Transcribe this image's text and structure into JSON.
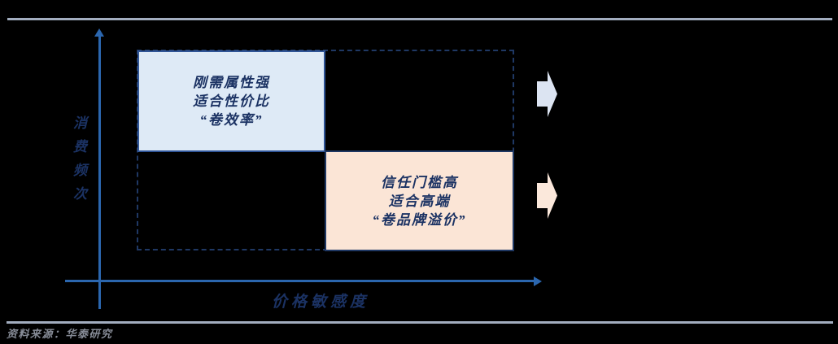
{
  "colors": {
    "background": "#000000",
    "divider": "#A2ADBF",
    "axis": "#2B66AE",
    "dark_navy": "#1B3263",
    "dashed_border": "#1F3864",
    "blue_box_fill": "#DEEAF6",
    "blue_box_border": "#2F5597",
    "orange_box_fill": "#FBE5D6",
    "orange_box_border": "#1F3864",
    "arrow_blue_fill": "#DCE4F2",
    "arrow_orange_fill": "#FBE8DB",
    "source_text": "#878C97"
  },
  "chart": {
    "y_axis_label": "消费频次",
    "x_axis_label": "价格敏感度",
    "quadrants": {
      "top_left": {
        "lines": [
          "刚需属性强",
          "适合性价比",
          "“卷效率”"
        ]
      },
      "bottom_right": {
        "lines": [
          "信任门槛高",
          "适合高端",
          "“卷品牌溢价”"
        ]
      }
    },
    "arrows": [
      {
        "name": "top-right-arrow",
        "color_ref": "arrow_blue_fill"
      },
      {
        "name": "bottom-right-arrow",
        "color_ref": "arrow_orange_fill"
      }
    ]
  },
  "footer": {
    "source": "资料来源：华泰研究"
  }
}
